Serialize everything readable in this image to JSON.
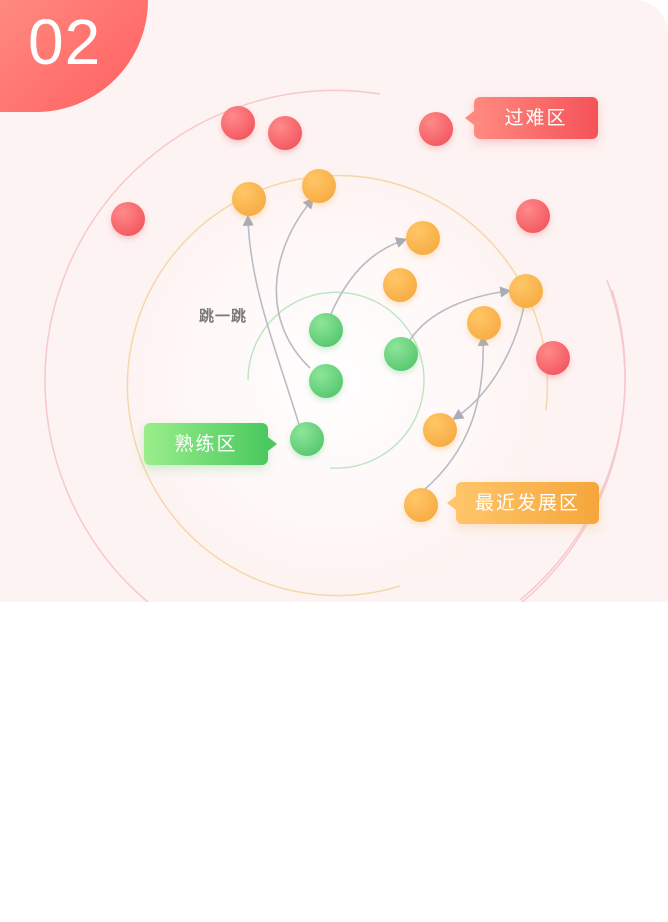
{
  "badge": {
    "number": "02"
  },
  "zones": {
    "hard": {
      "label": "过难区",
      "color": "#f55258"
    },
    "proximal": {
      "label": "最近发展区",
      "color": "#f6a63a"
    },
    "comfort": {
      "label": "熟练区",
      "color": "#4ac95e"
    }
  },
  "annotation": {
    "jump_label": "跳一跳"
  },
  "colors": {
    "background": "#fdf3f2",
    "arrow": "#b9bcc4",
    "ring_outer": "#f6c9cc",
    "ring_middle": "#f7d7a8",
    "ring_inner": "#bfe6c3"
  }
}
